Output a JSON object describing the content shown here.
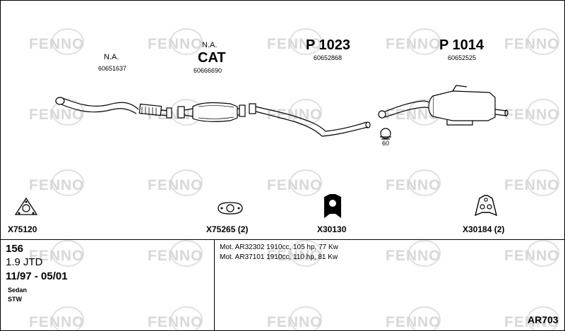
{
  "watermark": "FENNO",
  "parts": [
    {
      "id": "front-pipe",
      "na_label": "N.A.",
      "title": "",
      "number": "60651637"
    },
    {
      "id": "catalyst",
      "na_label": "N.A.",
      "title": "CAT",
      "number": "60666690"
    },
    {
      "id": "middle-pipe",
      "na_label": "",
      "title": "P 1023",
      "number": "60652868"
    },
    {
      "id": "rear-silencer",
      "na_label": "",
      "title": "P 1014",
      "number": "60652525"
    }
  ],
  "clamp_label": "60",
  "accessories": [
    {
      "code": "X75120"
    },
    {
      "code": "X75265 (2)"
    },
    {
      "code": "X30130"
    },
    {
      "code": "X30184 (2)"
    }
  ],
  "vehicle": {
    "model": "156",
    "engine": "1.9 JTD",
    "period": "11/97 - 05/01",
    "body1": "Sedan",
    "body2": "STW"
  },
  "motors": [
    "Mot. AR32302 1910cc, 105 hp, 77 Kw",
    "Mot. AR37101 1910cc, 110 hp, 81 Kw"
  ],
  "diagram_code": "AR703"
}
